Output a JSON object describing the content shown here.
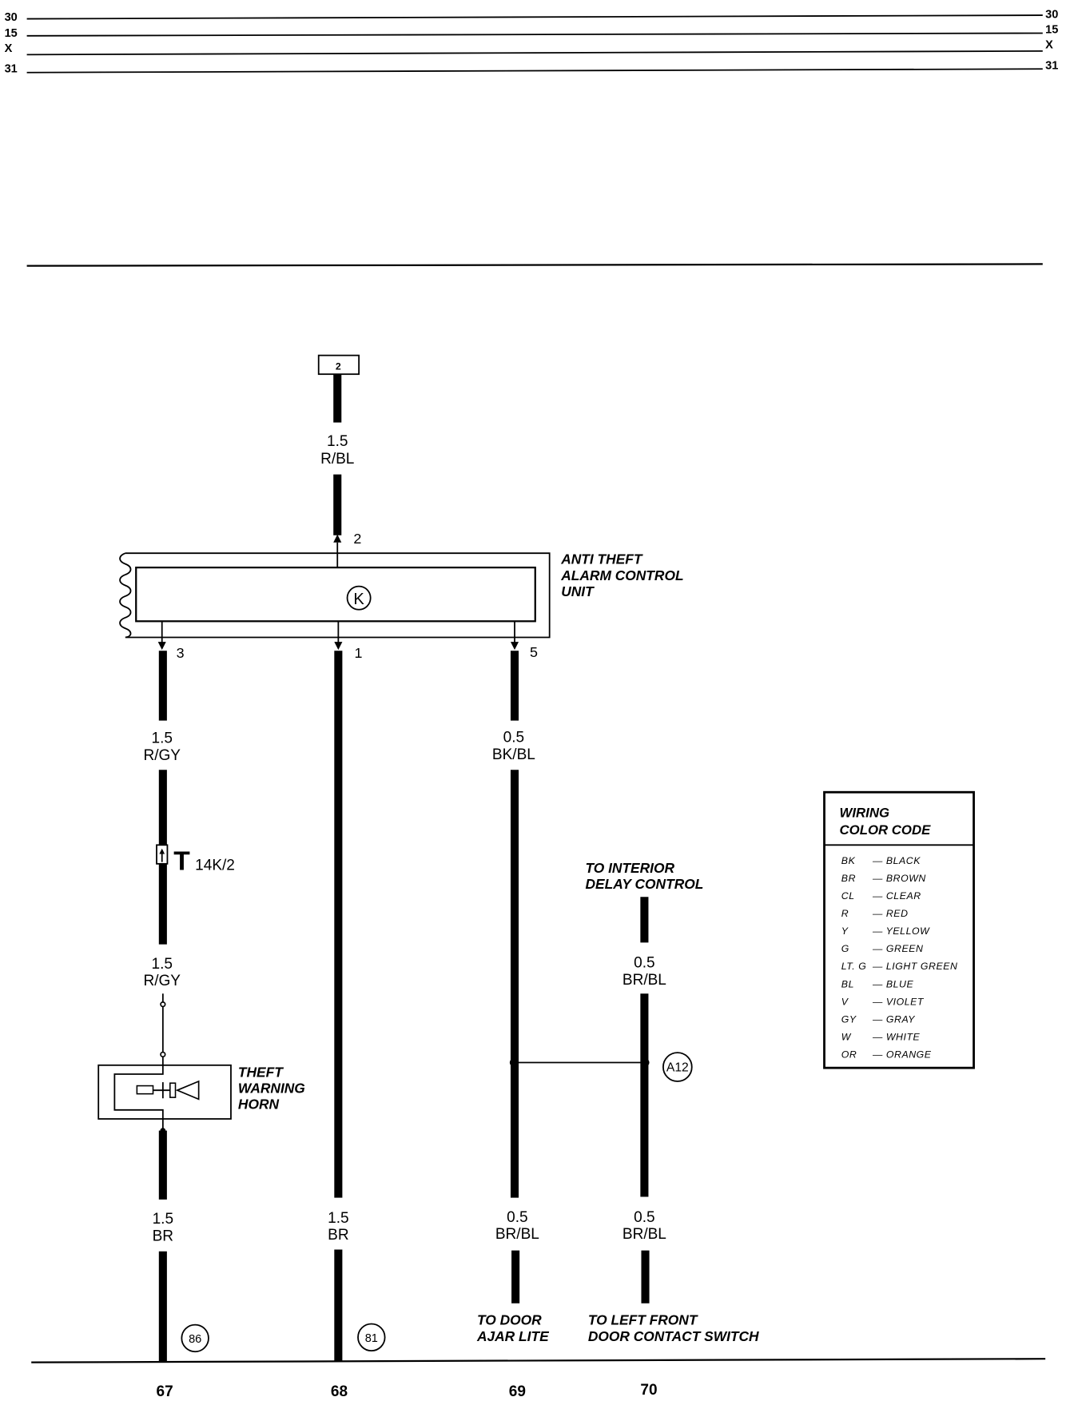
{
  "bus_labels": {
    "left": [
      "30",
      "15",
      "X",
      "31"
    ],
    "right": [
      "30",
      "15",
      "X",
      "31"
    ]
  },
  "supply_terminal": "2",
  "control_unit": {
    "name_lines": [
      "ANTI THEFT",
      "ALARM CONTROL",
      "UNIT"
    ],
    "symbol": "K",
    "pins": {
      "top": "2",
      "left": "3",
      "middle": "1",
      "right": "5"
    }
  },
  "wires": {
    "supply": {
      "gauge": "1.5",
      "color": "R/BL"
    },
    "pin3_upper": {
      "gauge": "1.5",
      "color": "R/GY"
    },
    "pin3_lower": {
      "gauge": "1.5",
      "color": "R/GY"
    },
    "pin5_upper": {
      "gauge": "0.5",
      "color": "BK/BL"
    },
    "interior_delay": {
      "gauge": "0.5",
      "color": "BR/BL"
    },
    "horn_ground": {
      "gauge": "1.5",
      "color": "BR"
    },
    "pin1_ground": {
      "gauge": "1.5",
      "color": "BR"
    },
    "door_ajar": {
      "gauge": "0.5",
      "color": "BR/BL"
    },
    "door_contact": {
      "gauge": "0.5",
      "color": "BR/BL"
    }
  },
  "connector": {
    "letter": "T",
    "ref": "14K/2"
  },
  "horn": {
    "name_lines": [
      "THEFT",
      "WARNING",
      "HORN"
    ]
  },
  "splice": "A12",
  "ground_points": [
    "86",
    "81"
  ],
  "destinations": {
    "interior_delay": [
      "TO INTERIOR",
      "DELAY CONTROL"
    ],
    "door_ajar": [
      "TO DOOR",
      "AJAR LITE"
    ],
    "door_contact": [
      "TO LEFT FRONT",
      "DOOR CONTACT SWITCH"
    ]
  },
  "current_tracks": [
    "67",
    "68",
    "69",
    "70"
  ],
  "legend": {
    "title_lines": [
      "WIRING",
      "COLOR CODE"
    ],
    "entries": [
      {
        "code": "BK",
        "name": "— BLACK"
      },
      {
        "code": "BR",
        "name": "— BROWN"
      },
      {
        "code": "CL",
        "name": "— CLEAR"
      },
      {
        "code": "R",
        "name": "— RED"
      },
      {
        "code": "Y",
        "name": "— YELLOW"
      },
      {
        "code": "G",
        "name": "— GREEN"
      },
      {
        "code": "LT. G",
        "name": "— LIGHT GREEN"
      },
      {
        "code": "BL",
        "name": "— BLUE"
      },
      {
        "code": "V",
        "name": "— VIOLET"
      },
      {
        "code": "GY",
        "name": "— GRAY"
      },
      {
        "code": "W",
        "name": "— WHITE"
      },
      {
        "code": "OR",
        "name": "— ORANGE"
      }
    ]
  }
}
